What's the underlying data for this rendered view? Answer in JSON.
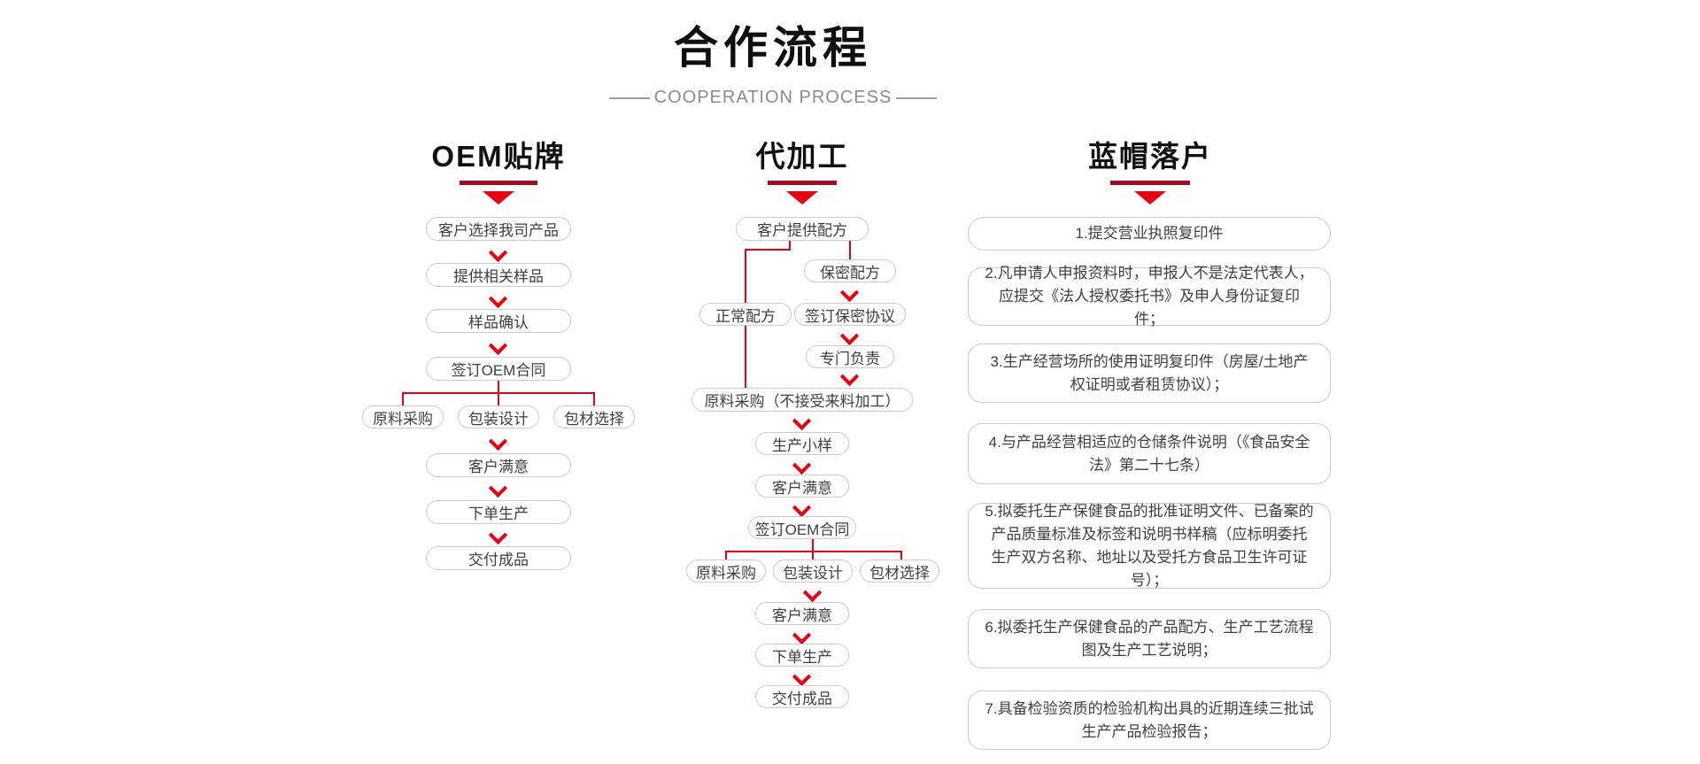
{
  "page": {
    "title": "合作流程",
    "subtitle": "COOPERATION PROCESS"
  },
  "colors": {
    "accent_red": "#e60012",
    "dark_red_bar": "#a30c20",
    "box_border": "#cbcbcb",
    "box_text": "#404040",
    "title_black": "#0f0f0f",
    "subtitle_gray": "#8c8c8c"
  },
  "col1": {
    "title": "OEM贴牌",
    "steps": [
      "客户选择我司产品",
      "提供相关样品",
      "样品确认",
      "签订OEM合同"
    ],
    "branch": [
      "原料采购",
      "包装设计",
      "包材选择"
    ],
    "tail": [
      "客户满意",
      "下单生产",
      "交付成品"
    ]
  },
  "col2": {
    "title": "代加工",
    "top": "客户提供配方",
    "normal": "正常配方",
    "secret": [
      "保密配方",
      "签订保密协议",
      "专门负责"
    ],
    "merge": "原料采购（不接受来料加工）",
    "mid": [
      "生产小样",
      "客户满意"
    ],
    "contract": "签订OEM合同",
    "branch": [
      "原料采购",
      "包装设计",
      "包材选择"
    ],
    "tail": [
      "客户满意",
      "下单生产",
      "交付成品"
    ]
  },
  "col3": {
    "title": "蓝帽落户",
    "items": [
      "1.提交营业执照复印件",
      "2.凡申请人申报资料时，申报人不是法定代表人，应提交《法人授权委托书》及申人身份证复印件；",
      "3.生产经营场所的使用证明复印件（房屋/土地产权证明或者租赁协议）；",
      "4.与产品经营相适应的仓储条件说明（《食品安全法》第二十七条）",
      "5.拟委托生产保健食品的批准证明文件、已备案的产品质量标准及标签和说明书样稿（应标明委托生产双方名称、地址以及受托方食品卫生许可证号）；",
      "6.拟委托生产保健食品的产品配方、生产工艺流程图及生产工艺说明；",
      "7.具备检验资质的检验机构出具的近期连续三批试生产产品检验报告；"
    ]
  }
}
